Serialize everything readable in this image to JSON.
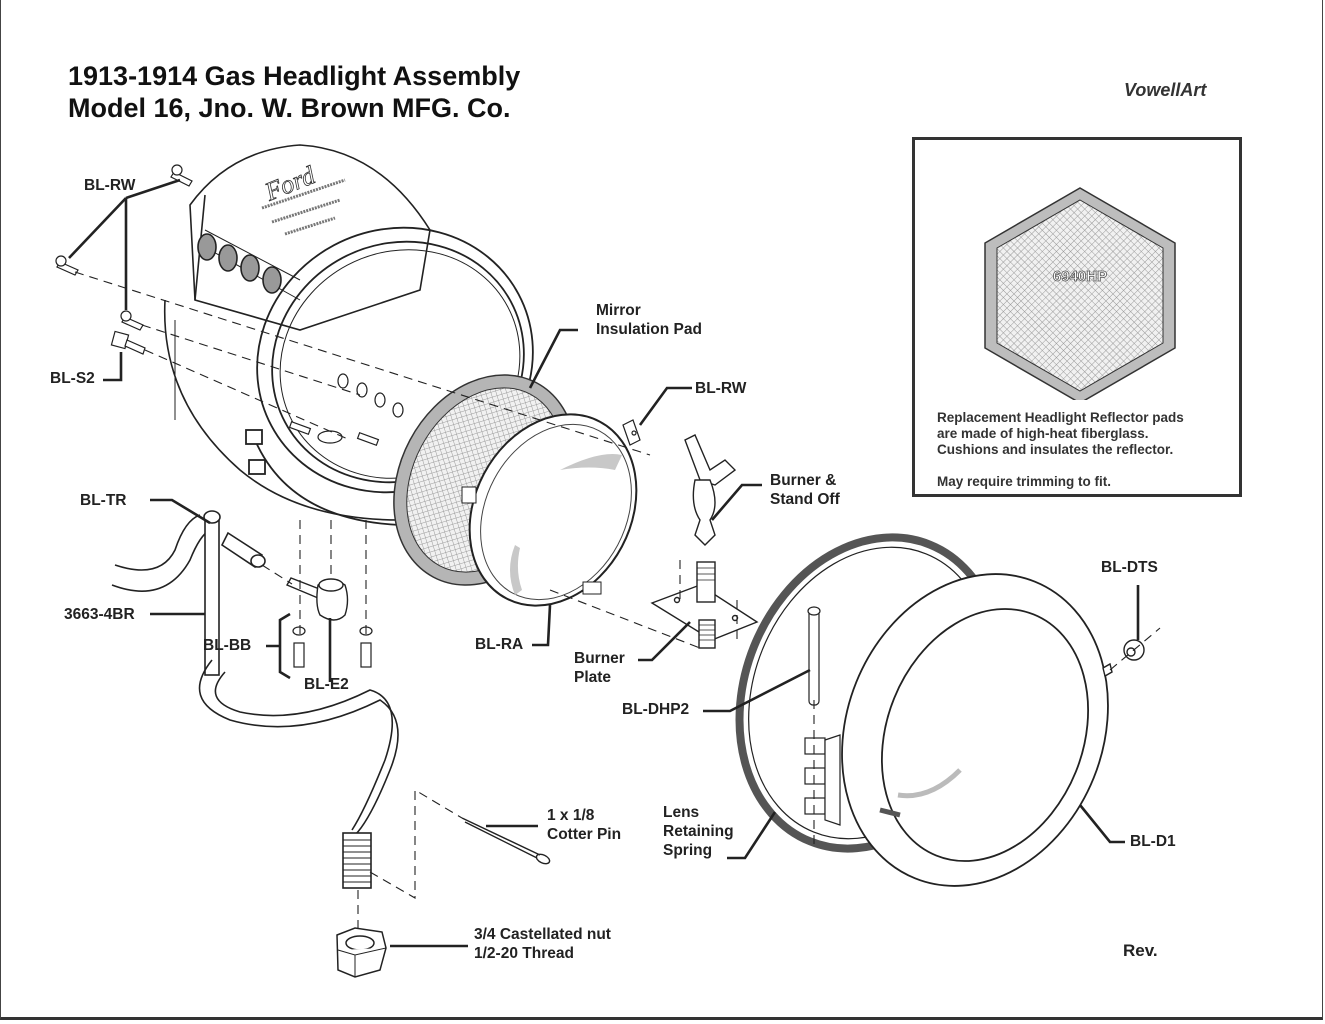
{
  "title": {
    "line1": "1913-1914 Gas Headlight Assembly",
    "line2": "Model 16, Jno. W. Brown MFG. Co."
  },
  "brand": "VowellArt",
  "info_box": {
    "pad_part_number": "6940HP",
    "lines": [
      "Replacement Headlight Reflector pads",
      "are made of high-heat fiberglass.",
      "Cushions and insulates the reflector."
    ],
    "note": "May require trimming to fit."
  },
  "labels": {
    "bl_rw_top": "BL-RW",
    "bl_s2": "BL-S2",
    "bl_tr": "BL-TR",
    "part_3663_4br": "3663-4BR",
    "bl_bb": "BL-BB",
    "bl_e2": "BL-E2",
    "mirror_pad_1": "Mirror",
    "mirror_pad_2": "Insulation Pad",
    "bl_rw_right": "BL-RW",
    "burner_standoff_1": "Burner &",
    "burner_standoff_2": "Stand Off",
    "bl_ra": "BL-RA",
    "burner_plate_1": "Burner",
    "burner_plate_2": "Plate",
    "bl_dhp2": "BL-DHP2",
    "bl_dts": "BL-DTS",
    "cotter_pin_1": "1 x 1/8",
    "cotter_pin_2": "Cotter Pin",
    "lens_spring_1": "Lens",
    "lens_spring_2": "Retaining",
    "lens_spring_3": "Spring",
    "bl_d1": "BL-D1",
    "nut_1": "3/4 Castellated nut",
    "nut_2": "1/2-20 Thread"
  },
  "lamp_badge": {
    "logo": "Ford"
  },
  "revision_label": "Rev."
}
